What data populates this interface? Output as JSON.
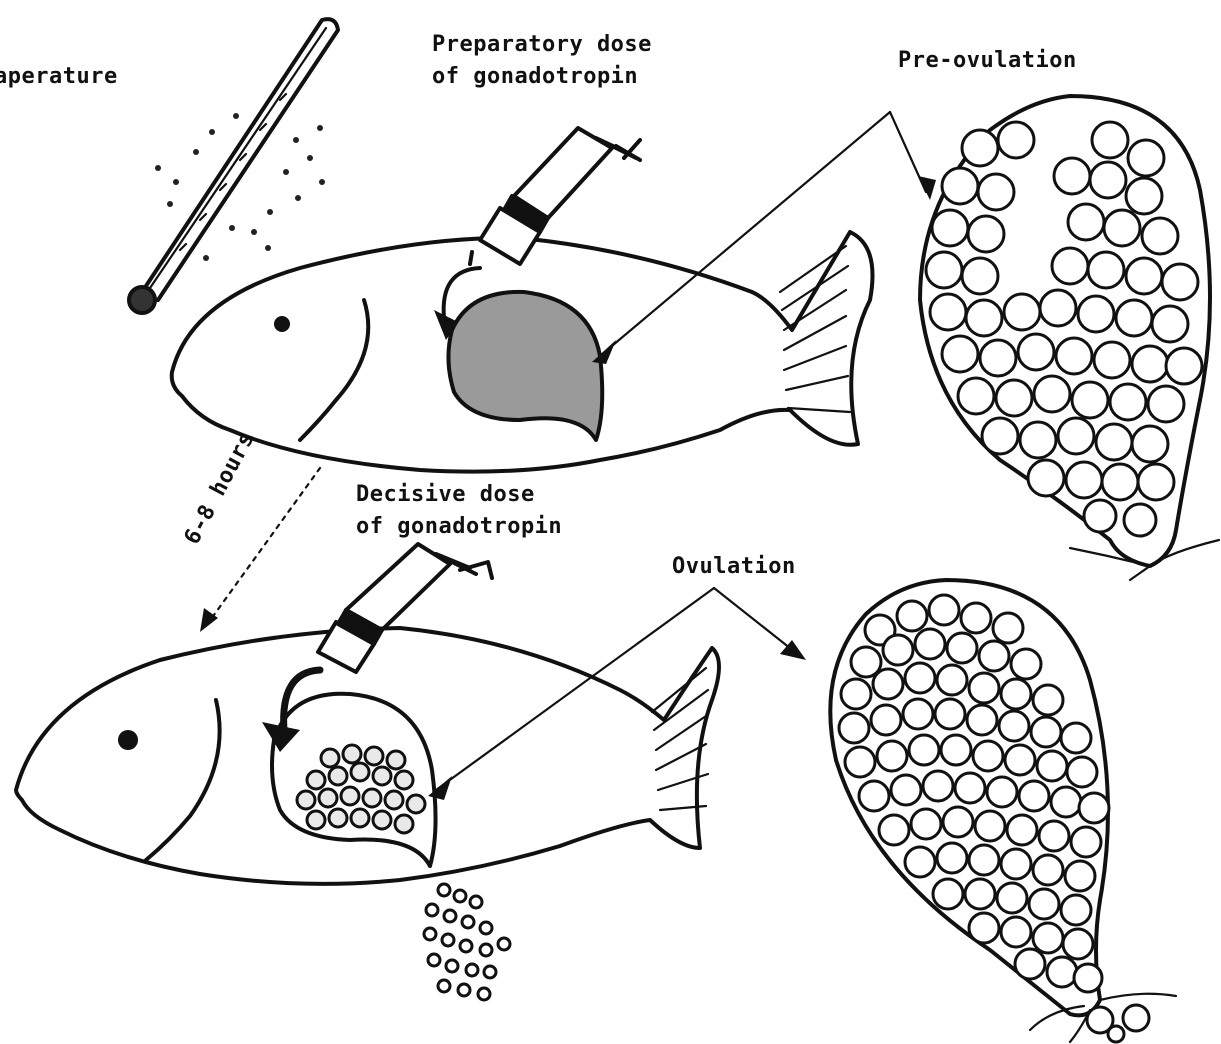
{
  "labels": {
    "temperature": "aperature",
    "prep_line1": "Preparatory dose",
    "prep_line2": "of gonadotropin",
    "pre_ovulation": "Pre-ovulation",
    "decisive_line1": "Decisive dose",
    "decisive_line2": "of gonadotropin",
    "ovulation": "Ovulation",
    "interval": "6-8 hours"
  },
  "icons": [
    "thermometer-icon",
    "syringe-icon",
    "fish-icon",
    "ovary-icon",
    "arrow-icon",
    "egg-icon"
  ]
}
